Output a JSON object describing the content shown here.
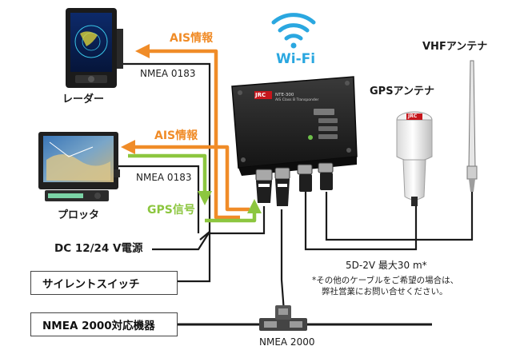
{
  "devices": {
    "radar": "レーダー",
    "plotter": "プロッタ",
    "transponder_brand": "JRC",
    "transponder_model": "NTE-300",
    "transponder_desc": "AIS Class B Transponder",
    "gps_dome_brand": "JRC"
  },
  "labels": {
    "ais_info_1": "AIS情報",
    "ais_info_2": "AIS情報",
    "nmea0183_1": "NMEA 0183",
    "nmea0183_2": "NMEA 0183",
    "gps_signal": "GPS信号",
    "wifi": "Wi-Fi",
    "gps_antenna": "GPSアンテナ",
    "vhf_antenna": "VHFアンテナ",
    "cable_spec": "5D-2V  最大30 m*",
    "note_line1": "*その他のケーブルをご希望の場合は、",
    "note_line2": "弊社営業にお問い合せください。",
    "dc_power": "DC 12/24 V電源",
    "silent_switch": "サイレントスイッチ",
    "nmea2000_device": "NMEA 2000対応機器",
    "nmea2000": "NMEA 2000"
  },
  "colors": {
    "ais_arrow": "#f08c28",
    "gps_arrow": "#8cc63f",
    "wifi": "#2aa7e0",
    "cable": "#1a1a1a"
  }
}
